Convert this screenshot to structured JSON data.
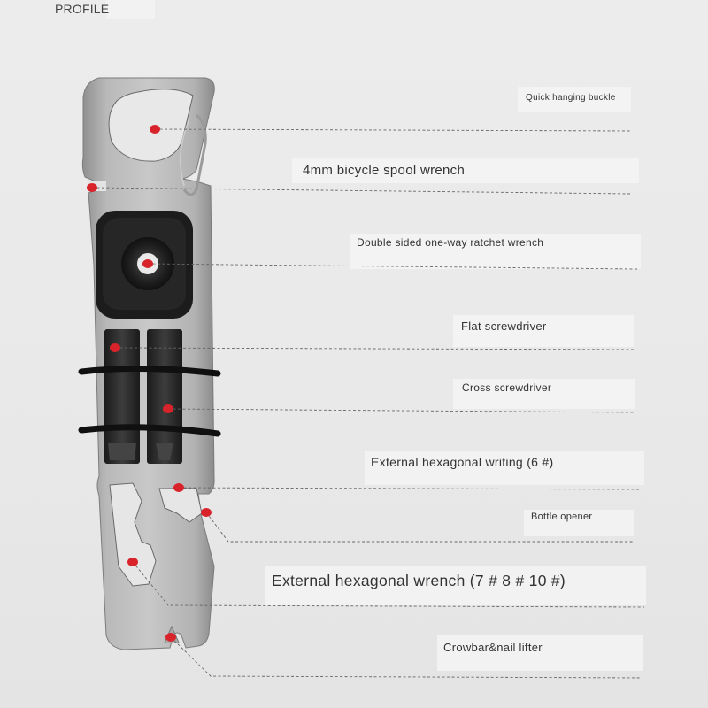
{
  "header": {
    "title": "PROFILE"
  },
  "callouts": [
    {
      "id": "hanging-buckle",
      "label": "Quick hanging buckle"
    },
    {
      "id": "spool-wrench",
      "label": "4mm bicycle spool wrench"
    },
    {
      "id": "ratchet-wrench",
      "label": "Double sided one-way ratchet wrench"
    },
    {
      "id": "flat-screwdriver",
      "label": "Flat screwdriver"
    },
    {
      "id": "cross-screwdriver",
      "label": "Cross screwdriver"
    },
    {
      "id": "hex-writing",
      "label": "External hexagonal writing (6 #)"
    },
    {
      "id": "bottle-opener",
      "label": "Bottle opener"
    },
    {
      "id": "hex-wrench",
      "label": "External hexagonal wrench (7 # 8 # 10 #)"
    },
    {
      "id": "crowbar",
      "label": "Crowbar&nail lifter"
    }
  ],
  "colors": {
    "marker": "#d8232a",
    "leader": "#666666",
    "body": "#aeaeae",
    "bits": "#2a2a2a"
  }
}
